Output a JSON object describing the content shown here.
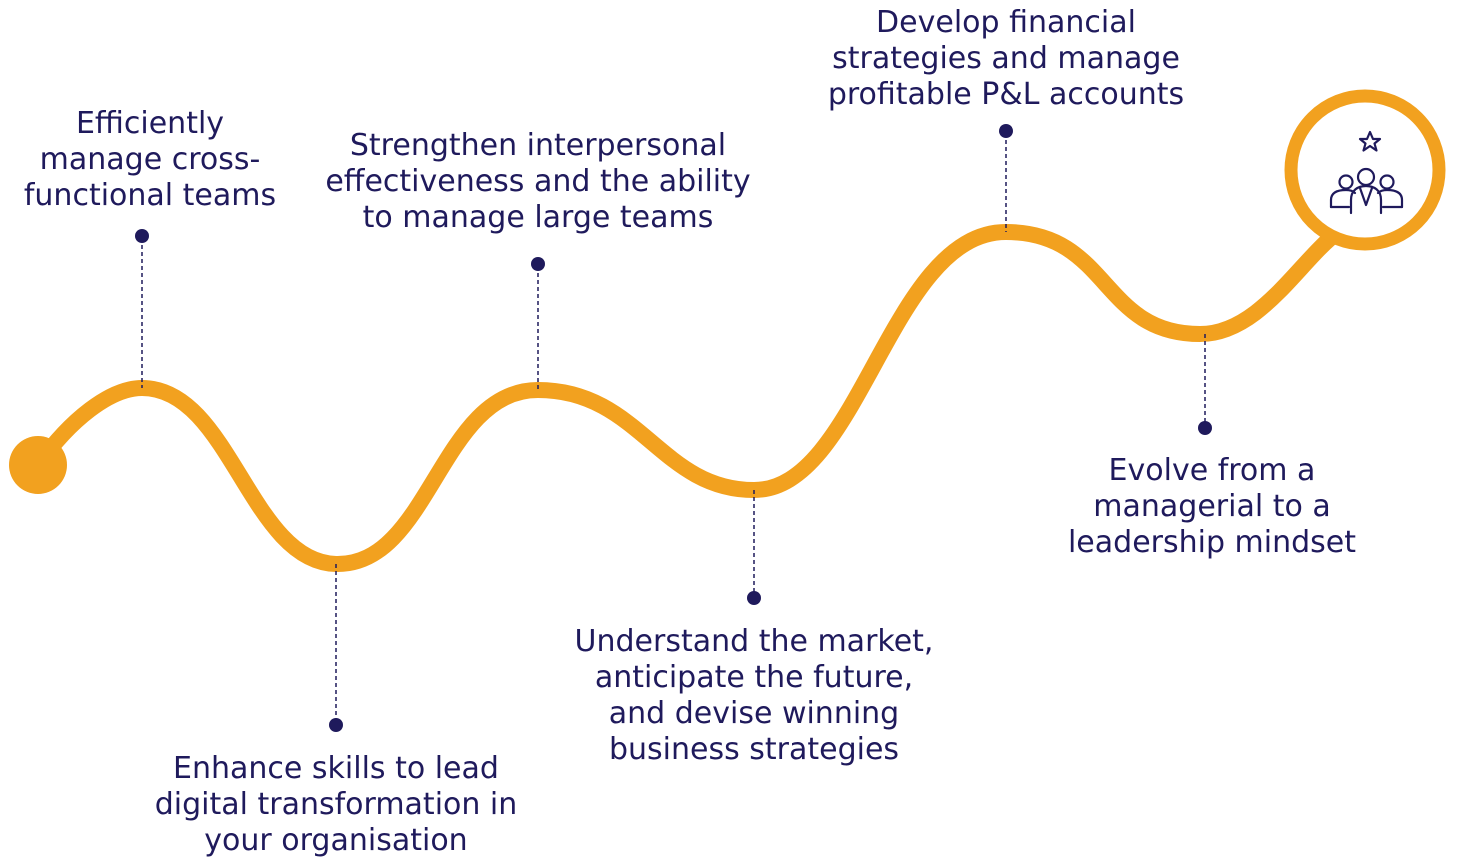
{
  "colors": {
    "path": "#F2A11F",
    "accent": "#1F1A5C",
    "background": "#FFFFFF"
  },
  "milestones": [
    {
      "id": "m1",
      "label": "Efficiently\nmanage cross-\nfunctional teams"
    },
    {
      "id": "m2",
      "label": "Enhance skills to lead\ndigital transformation in\nyour organisation"
    },
    {
      "id": "m3",
      "label": "Strengthen interpersonal\neffectiveness and the ability\nto manage large teams"
    },
    {
      "id": "m4",
      "label": "Understand the market,\nanticipate the future,\nand devise winning\nbusiness strategies"
    },
    {
      "id": "m5",
      "label": "Develop financial\nstrategies and manage\nprofitable P&L accounts"
    },
    {
      "id": "m6",
      "label": "Evolve from a\nmanagerial to a\nleadership mindset"
    }
  ],
  "end_icon": "leadership-team-star-icon"
}
